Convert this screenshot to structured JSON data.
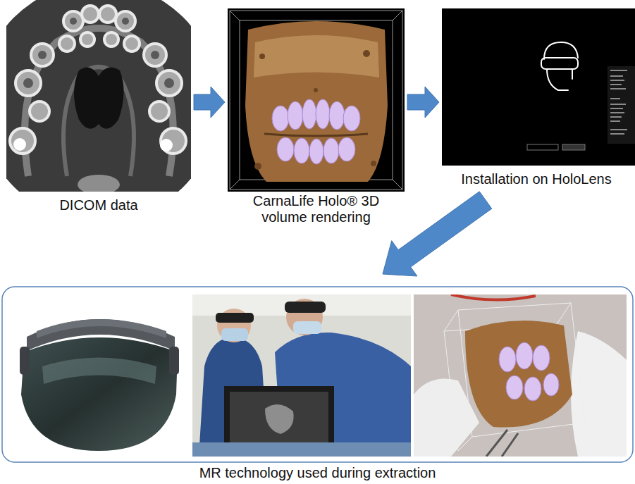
{
  "diagram": {
    "nodes": [
      {
        "text": [
          "DICOM data"
        ]
      },
      {
        "text": [
          "CarnaLife Holo® 3D volume rendering"
        ]
      },
      {
        "text": [
          "Installation on HoloLens"
        ]
      },
      {
        "text": [
          "MR technology used during extraction"
        ]
      }
    ],
    "edges": [
      {
        "from": 0,
        "to": 1,
        "arrow": "to"
      },
      {
        "from": 1,
        "to": 2,
        "arrow": "to"
      },
      {
        "from": 2,
        "to": 3,
        "arrow": "to"
      }
    ]
  }
}
